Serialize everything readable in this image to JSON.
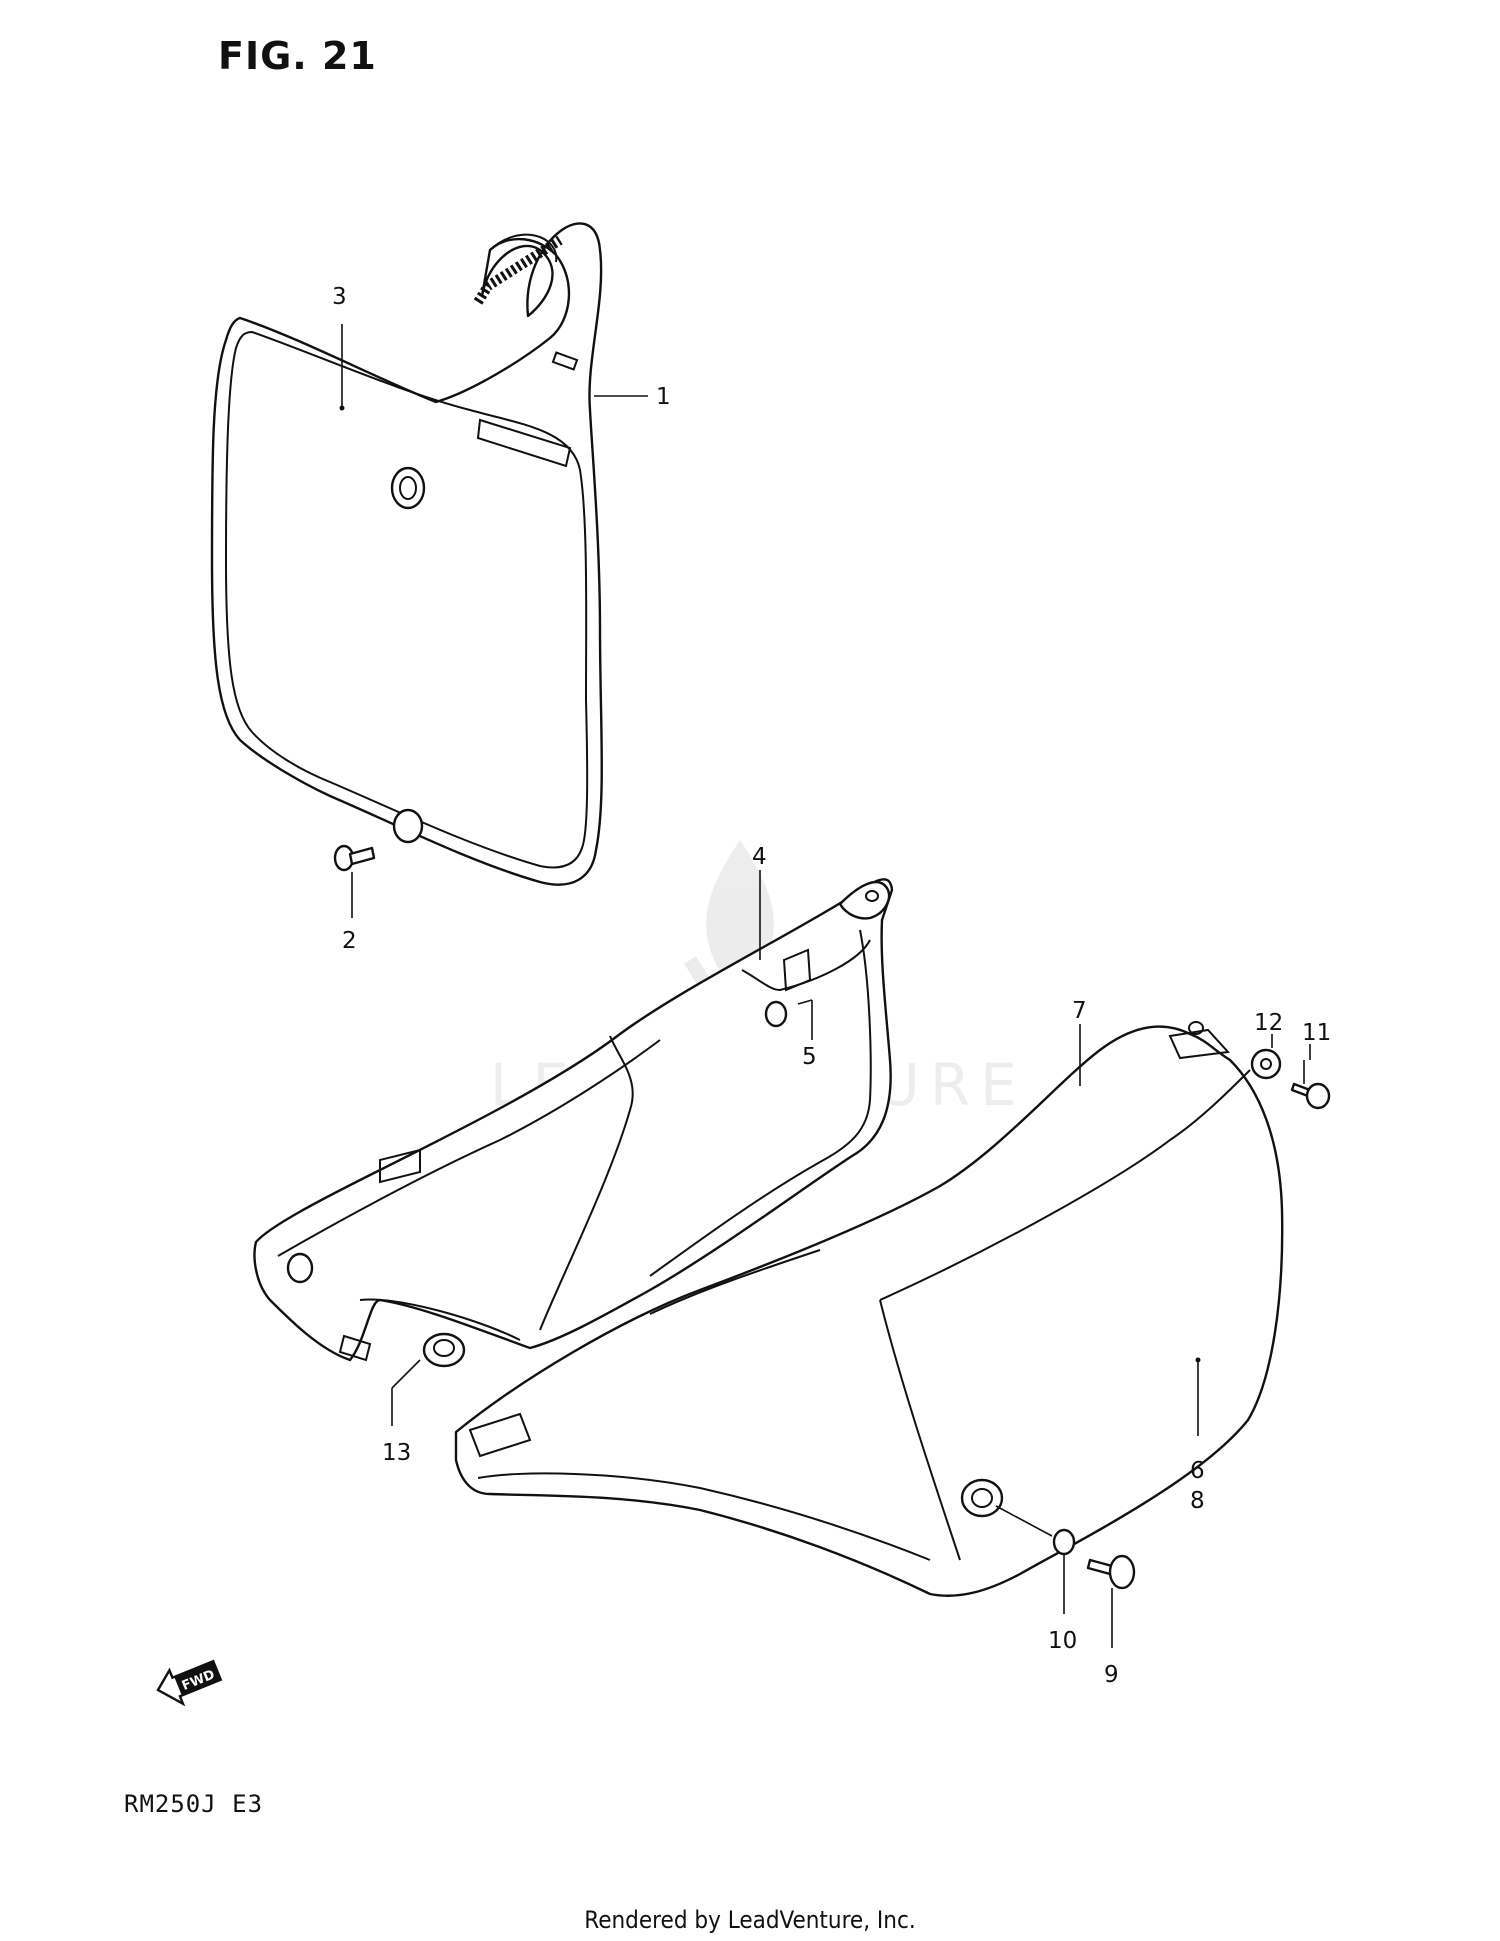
{
  "figure_title": "FIG. 21",
  "model_code": "RM250J E3",
  "footer": "Rendered by LeadVenture, Inc.",
  "watermark": "LEADVENTURE",
  "fwd_label": "FWD",
  "callouts": {
    "c1": "1",
    "c2": "2",
    "c3": "3",
    "c4": "4",
    "c5": "5",
    "c6": "6",
    "c7": "7",
    "c8": "8",
    "c9": "9",
    "c10": "10",
    "c11": "11",
    "c12": "12",
    "c13": "13"
  }
}
